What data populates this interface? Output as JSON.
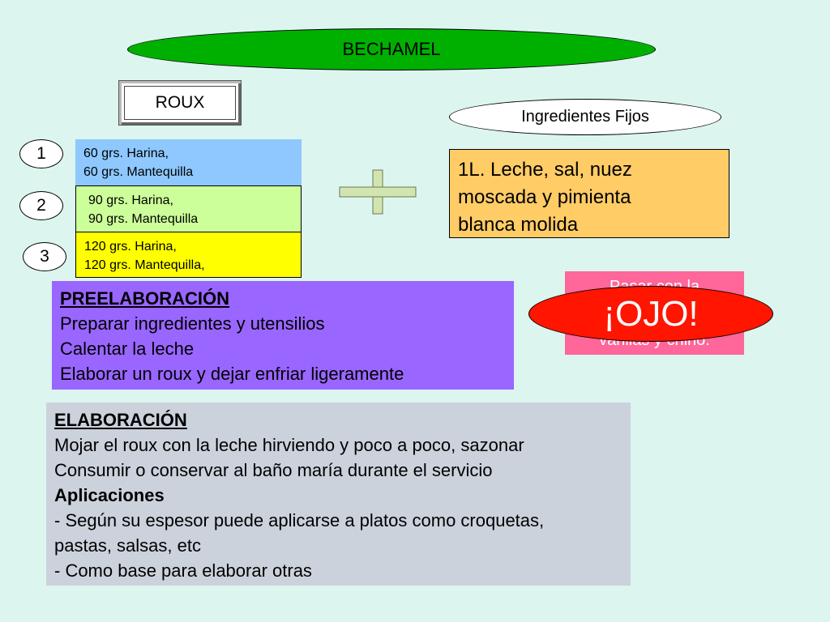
{
  "title": "BECHAMEL",
  "roux_label": "ROUX",
  "fixed_label": "Ingredientes Fijos",
  "roux_ratios": [
    {
      "number": "1",
      "line1": "60 grs. Harina,",
      "line2": "60 grs. Mantequilla",
      "color": "#8ec8ff"
    },
    {
      "number": "2",
      "line1": "90 grs. Harina,",
      "line2": "90 grs. Mantequilla",
      "color": "#ccff99"
    },
    {
      "number": "3",
      "line1": "120 grs. Harina,",
      "line2": "120 grs. Mantequilla,",
      "color": "#ffff00"
    }
  ],
  "fixed_ingredients": {
    "line1": "1L. Leche,  sal,  nuez",
    "line2": "moscada y pimienta",
    "line3": "blanca molida"
  },
  "plus_icon": "plus-icon",
  "warning": {
    "label": "¡OJO!",
    "hidden_text_top": "Pasar con la",
    "hidden_text_bottom": "varillas y chino."
  },
  "preelaboracion": {
    "heading": "PREELABORACIÓN",
    "lines": [
      "Preparar ingredientes y utensilios",
      "Calentar la leche",
      "Elaborar un roux y dejar enfriar ligeramente"
    ]
  },
  "elaboracion": {
    "heading": "ELABORACIÓN",
    "lines": [
      "Mojar el roux con la leche hirviendo y poco a poco, sazonar",
      "Consumir o conservar al baño maría durante el servicio"
    ],
    "applications_heading": "Aplicaciones",
    "applications": [
      "- Según su espesor puede aplicarse a platos como croquetas,",
      "pastas, salsas, etc",
      "- Como base para elaborar otras"
    ]
  },
  "colors": {
    "background": "#dcf5ef",
    "title_oval": "#00b000",
    "fixed_box": "#ffcc66",
    "pre_box": "#9966ff",
    "elab_box": "#ccd2dc",
    "pink_box": "#ff6699",
    "ojo_oval": "#ff1500",
    "plus": "#d2e4b0"
  }
}
